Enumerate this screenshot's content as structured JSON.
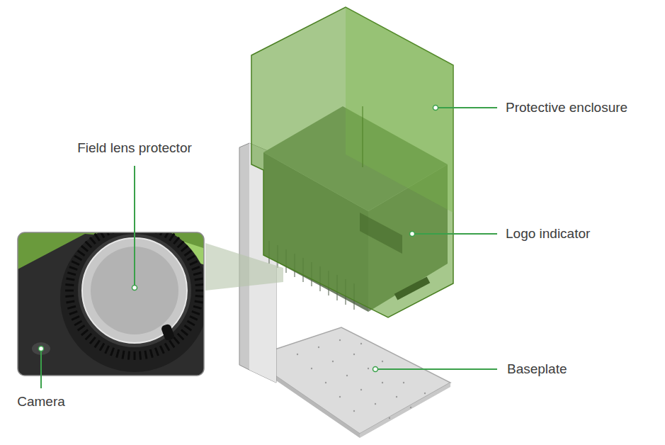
{
  "diagram": {
    "labels": [
      "Protective enclosure",
      "Field lens protector",
      "Logo indicator",
      "Baseplate",
      "Camera"
    ]
  }
}
